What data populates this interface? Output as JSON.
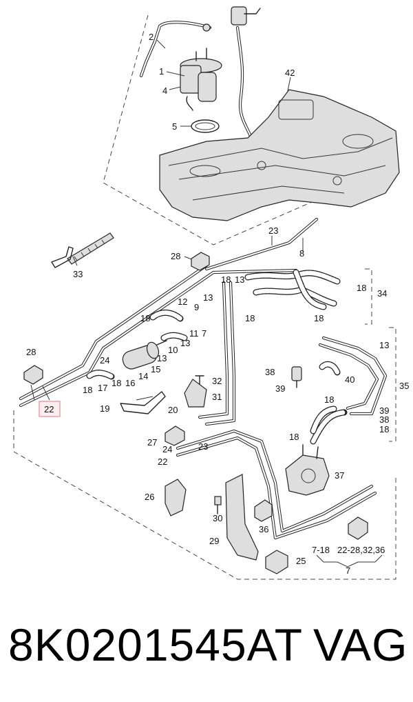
{
  "footer": {
    "part_number": "8K0201545AT",
    "brand": "VAG"
  },
  "highlight_color": "#e8a0a8",
  "labels": {
    "p1": "1",
    "p2": "2",
    "p4": "4",
    "p5": "5",
    "p42": "42",
    "p33": "33",
    "p28a": "28",
    "p23a": "23",
    "p8": "8",
    "p18a": "18",
    "p13a": "13",
    "p12": "12",
    "p9": "9",
    "p13b": "13",
    "p18b": "18",
    "p11": "11",
    "p7a": "7",
    "p10": "10",
    "p13c": "13",
    "p13d": "13",
    "p16": "16",
    "p14": "14",
    "p15": "15",
    "p28b": "28",
    "p24a": "24",
    "p22a": "22",
    "p18c": "18",
    "p17": "17",
    "p18d": "18",
    "p19": "19",
    "p20": "20",
    "p32": "32",
    "p31": "31",
    "p18e": "18",
    "p18f": "18",
    "p18g": "18",
    "p34": "34",
    "p13e": "13",
    "p38a": "38",
    "p39a": "39",
    "p40": "40",
    "p35": "35",
    "p18h": "18",
    "p39b": "39",
    "p38b": "38",
    "p18i": "18",
    "p18j": "18",
    "p27": "27",
    "p24b": "24",
    "p23b": "23",
    "p22b": "22",
    "p37": "37",
    "p26": "26",
    "p30": "30",
    "p36": "36",
    "p29": "29",
    "p718": "7-18",
    "p2228": "22-28,32,36",
    "p25": "25",
    "p7b": "7"
  }
}
